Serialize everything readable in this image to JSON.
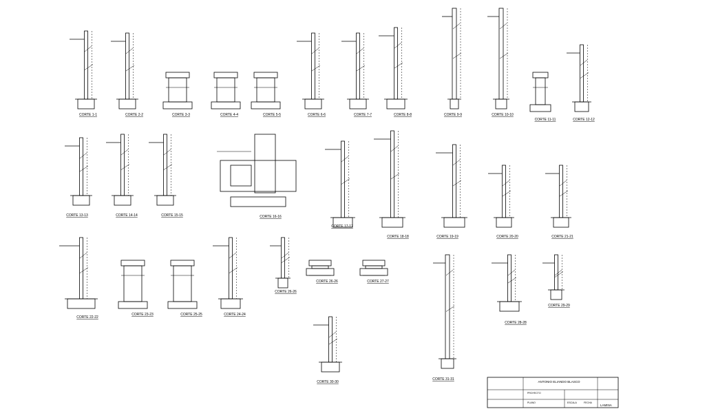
{
  "sheet": {
    "sections": [
      {
        "label": "CORTE 1-1"
      },
      {
        "label": "CORTE 2-2"
      },
      {
        "label": "CORTE 3-3"
      },
      {
        "label": "CORTE 4-4"
      },
      {
        "label": "CORTE 5-5"
      },
      {
        "label": "CORTE 6-6"
      },
      {
        "label": "CORTE 7-7"
      },
      {
        "label": "CORTE 8-8"
      },
      {
        "label": "CORTE 9-9"
      },
      {
        "label": "CORTE 10-10"
      },
      {
        "label": "CORTE 11-11"
      },
      {
        "label": "CORTE 12-12"
      },
      {
        "label": "CORTE 13-13"
      },
      {
        "label": "CORTE 14-14"
      },
      {
        "label": "CORTE 15-15"
      },
      {
        "label": "CORTE 16-16"
      },
      {
        "label": "CORTE 17-17"
      },
      {
        "label": "CORTE 18-18"
      },
      {
        "label": "CORTE 19-19"
      },
      {
        "label": "CORTE 20-20"
      },
      {
        "label": "CORTE 21-21"
      },
      {
        "label": "CORTE 22-22"
      },
      {
        "label": "CORTE 23-23"
      },
      {
        "label": "CORTE 25-25"
      },
      {
        "label": "CORTE 24-24"
      },
      {
        "label": "CORTE 26-26"
      },
      {
        "label": "CORTE 26-26"
      },
      {
        "label": "CORTE 27-27"
      },
      {
        "label": "CORTE 28-28"
      },
      {
        "label": "CORTE 29-29"
      },
      {
        "label": "CORTE 30-30"
      },
      {
        "label": "CORTE 31-31"
      }
    ],
    "title_block": {
      "author": "ANTONIO ELIANDO BLASCO",
      "fields": [
        "PROYECTO",
        "PLANO",
        "ESCALA",
        "FECHA",
        "LAMINA"
      ]
    }
  }
}
